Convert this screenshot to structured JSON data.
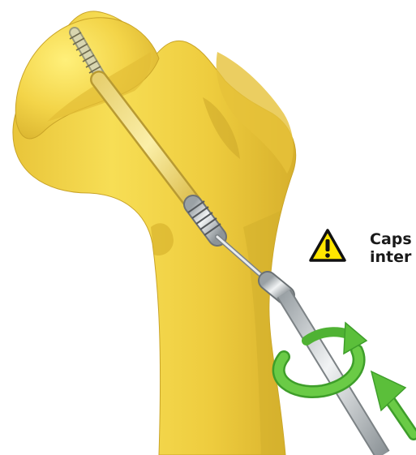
{
  "warning": {
    "icon": "warning-triangle-icon",
    "line1": "Caps",
    "line2": "inter"
  },
  "illustration": {
    "subject": "femur-with-guide-wire-and-screwdriver",
    "arrows": [
      "rotation-arrow-icon",
      "insertion-arrow-icon"
    ]
  },
  "colors": {
    "bone": "#F1D33A",
    "bone_shadow": "#D9B52A",
    "bone_highlight": "#FFF27A",
    "instrument": "#C8CDD0",
    "arrow": "#5BBF3A",
    "warning_yellow": "#FFE600"
  }
}
